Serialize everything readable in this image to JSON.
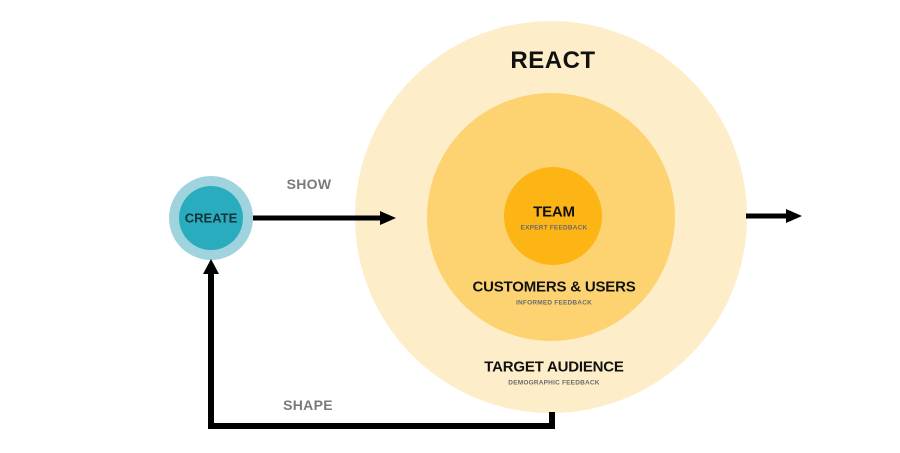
{
  "colors": {
    "outer_ring": "#fdedc9",
    "middle_ring": "#fdd372",
    "inner_ring": "#fdb415",
    "create_halo": "#9fd4de",
    "create_core": "#2aacbf",
    "arrow": "#000000"
  },
  "create": {
    "label": "CREATE"
  },
  "flows": {
    "show": "SHOW",
    "shape": "SHAPE"
  },
  "react": {
    "title": "REACT",
    "rings": [
      {
        "title": "TEAM",
        "subtitle": "EXPERT FEEDBACK"
      },
      {
        "title": "CUSTOMERS & USERS",
        "subtitle": "INFORMED FEEDBACK"
      },
      {
        "title": "TARGET AUDIENCE",
        "subtitle": "DEMOGRAPHIC FEEDBACK"
      }
    ]
  }
}
